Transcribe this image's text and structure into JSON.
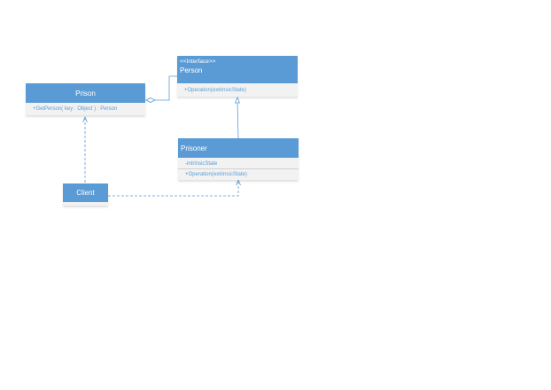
{
  "diagram": {
    "prison": {
      "name": "Prison",
      "operation": "+GetPerson( key : Object ) : Person"
    },
    "person": {
      "stereotype": "<<Interface>>",
      "name": "Person",
      "operation": "+Operation(extrinsicState)"
    },
    "prisoner": {
      "name": "Prisoner",
      "attribute": "-intrinsicState",
      "operation": "+Operation(extrinsicState)"
    },
    "client": {
      "name": "Client"
    }
  },
  "colors": {
    "header": "#5b9bd5",
    "compartment": "#f2f2f2",
    "line": "#5b9bd5"
  }
}
